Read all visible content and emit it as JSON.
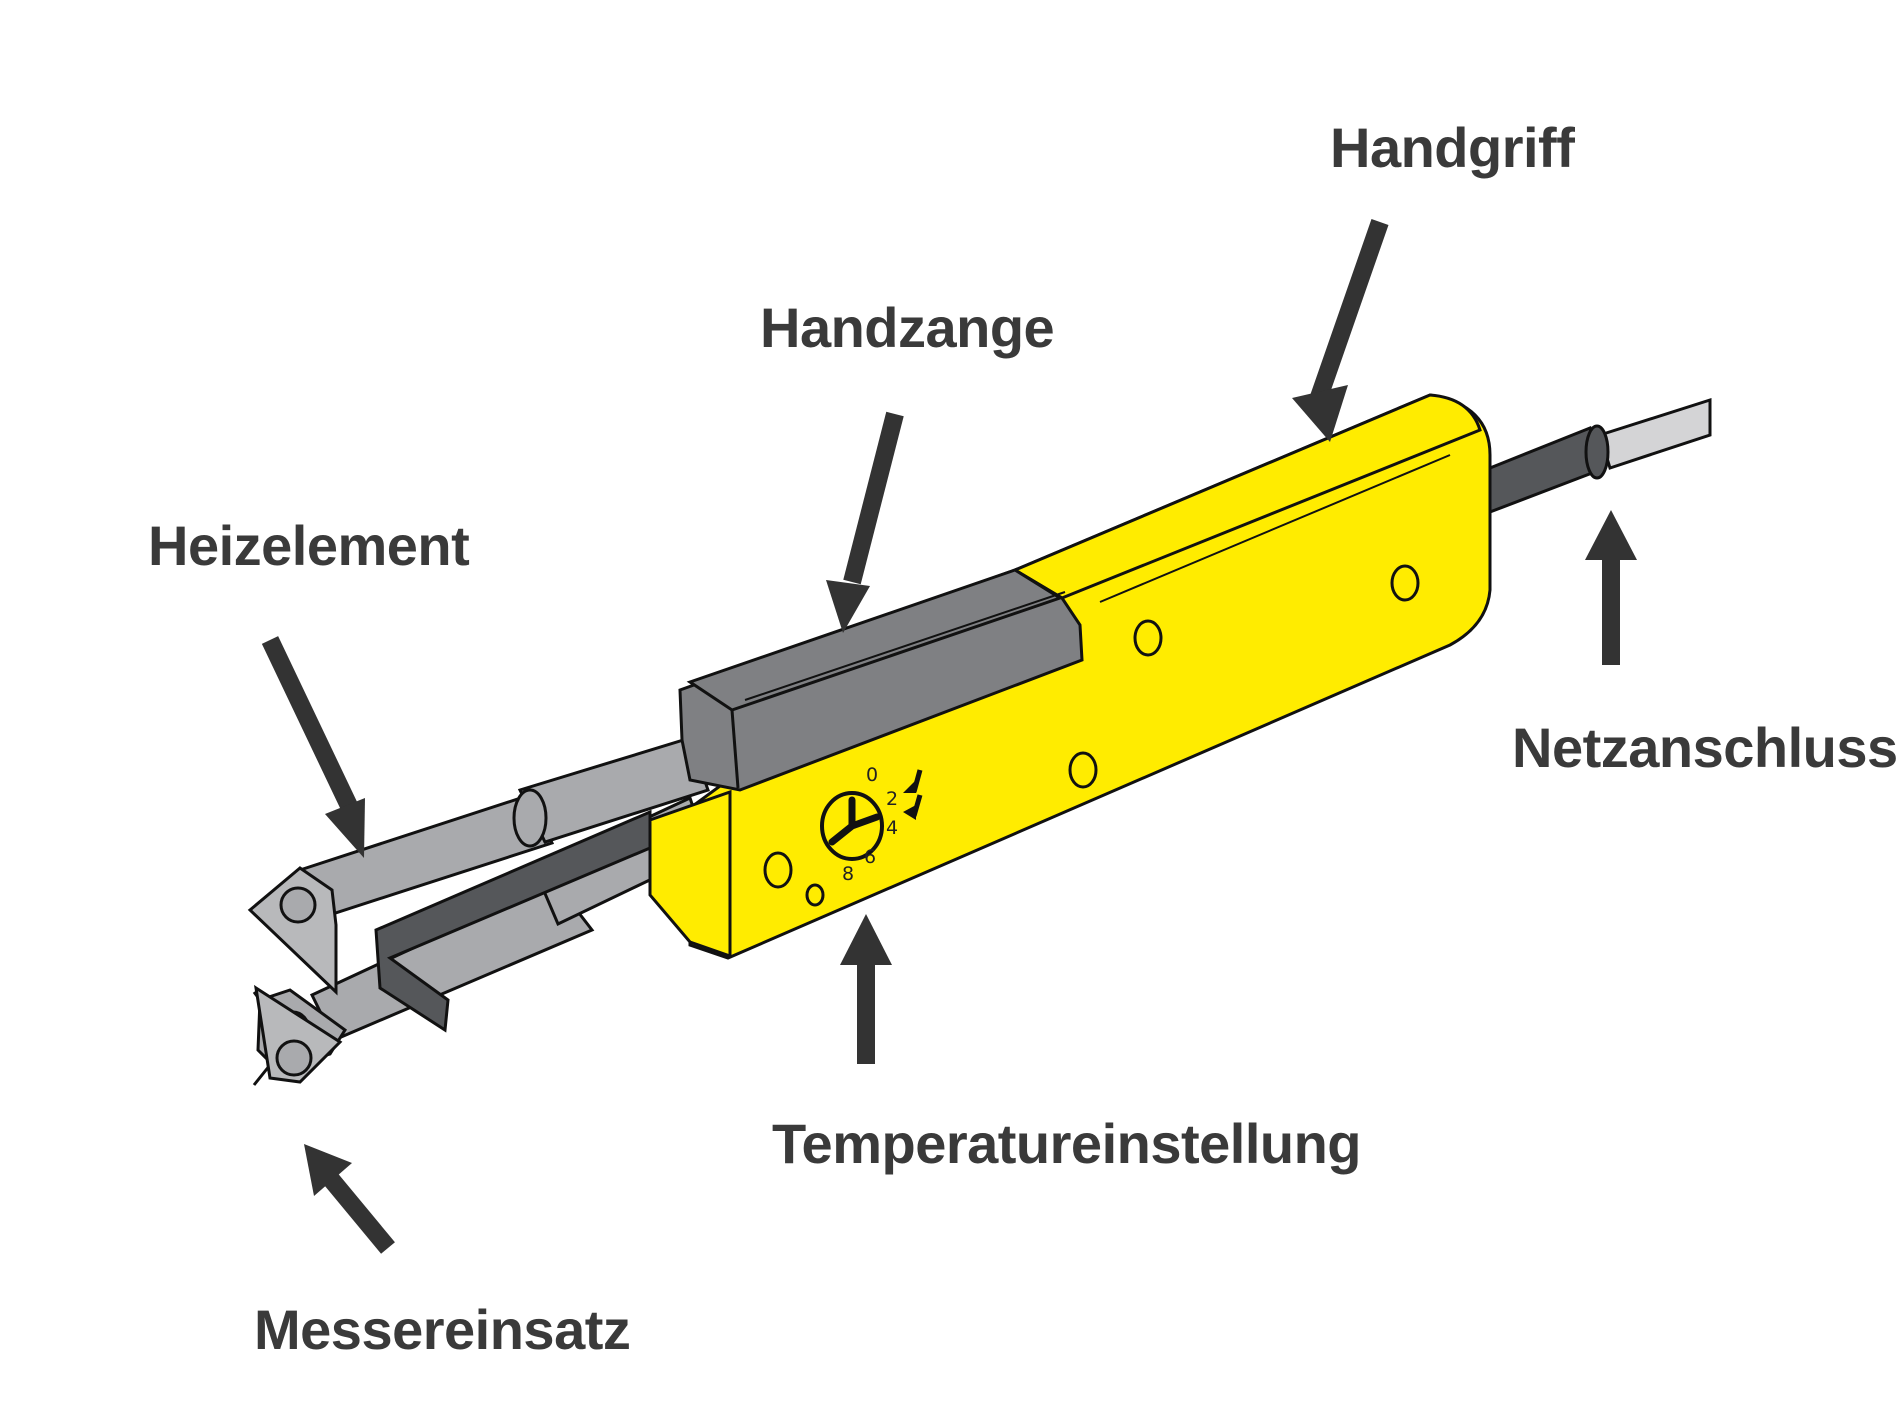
{
  "labels": {
    "handgriff": "Handgriff",
    "handzange": "Handzange",
    "heizelement": "Heizelement",
    "netzanschluss": "Netzanschluss",
    "temperatureinstellung": "Temperatureinstellung",
    "messereinsatz": "Messereinsatz"
  },
  "dial": {
    "numbers": [
      "0",
      "2",
      "4",
      "6",
      "8"
    ]
  },
  "colors": {
    "handle_yellow": "#ffec00",
    "clamp_gray": "#7f8083",
    "rod_gray": "#a9aaad",
    "cable_dark": "#55575a",
    "cable_light": "#d4d4d6",
    "arrow": "#333333",
    "label_text": "#3a3a3a"
  }
}
